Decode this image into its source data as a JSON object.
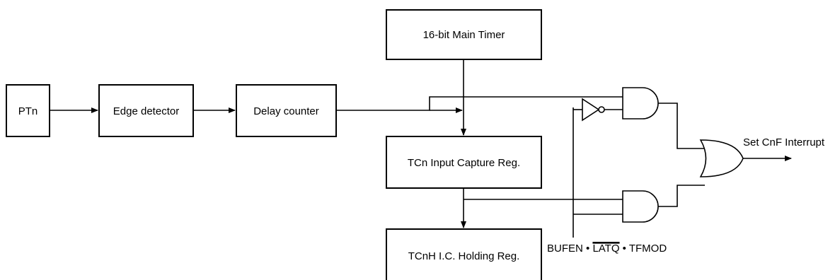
{
  "blocks": {
    "ptn": "PTn",
    "edge_detector": "Edge detector",
    "delay_counter": "Delay counter",
    "main_timer": "16-bit Main Timer",
    "input_capture": "TCn Input Capture Reg.",
    "holding_reg": "TCnH I.C. Holding Reg."
  },
  "output_label": "Set CnF Interrupt",
  "condition": {
    "part1": "BUFEN • ",
    "part2": "LATQ",
    "part3": " • TFMOD"
  }
}
